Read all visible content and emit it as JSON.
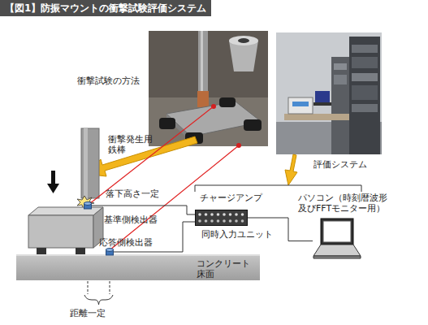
{
  "diagram": {
    "title": "【図1】防振マウントの衝撃試験評価システム",
    "nodes": [
      {
        "text": [
          "基準側検出器"
        ]
      },
      {
        "text": [
          "応答側検出器"
        ]
      },
      {
        "text": [
          "チャージアンプ",
          "同時入力ユニット"
        ]
      },
      {
        "text": [
          "パソコン（時刻暦波形 及びFFTモニター用）"
        ]
      },
      {
        "text": [
          "コンクリート 床面"
        ]
      }
    ],
    "edges": [
      {
        "from": 0,
        "to": 2,
        "arrow": "none"
      },
      {
        "from": 1,
        "to": 2,
        "arrow": "none"
      },
      {
        "from": 2,
        "to": 3,
        "arrow": "none"
      }
    ],
    "labels": [
      "衝撃試験の方法",
      "評価システム",
      "衝撃発生用 鉄棒",
      "落下高さ一定",
      "距離一定"
    ]
  }
}
